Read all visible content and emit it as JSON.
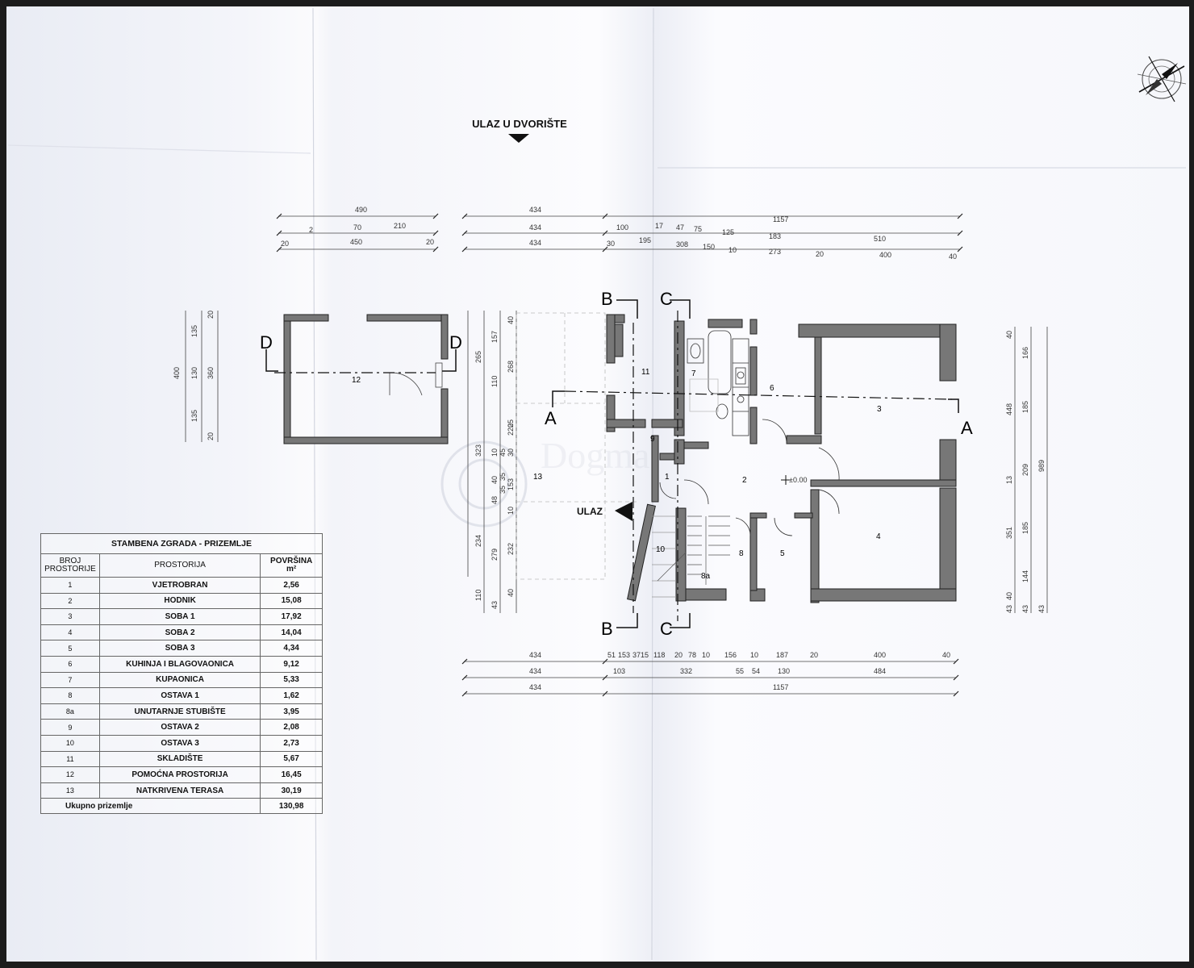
{
  "entrance_courtyard_label": "ULAZ U DVORIŠTE",
  "entrance_label": "ULAZ",
  "level_mark": "±0.00",
  "watermark_text": "Dogma",
  "section_labels": [
    "A",
    "A",
    "B",
    "B",
    "C",
    "C",
    "D",
    "D"
  ],
  "room_numbers": [
    "1",
    "2",
    "3",
    "4",
    "5",
    "6",
    "7",
    "8",
    "8a",
    "9",
    "10",
    "11",
    "12",
    "13"
  ],
  "dimensions": {
    "top_row1": [
      "490",
      "434",
      "100",
      "17",
      "47",
      "75",
      "125",
      "1157"
    ],
    "top_row2": [
      "2",
      "70",
      "210",
      "434",
      "183",
      "510"
    ],
    "top_row3": [
      "20",
      "450",
      "20",
      "434",
      "30",
      "195",
      "308",
      "150",
      "10",
      "273",
      "20",
      "400",
      "40"
    ],
    "bottom_row1": [
      "434",
      "51",
      "153",
      "37",
      "15",
      "118",
      "20",
      "78",
      "10",
      "156",
      "10",
      "187",
      "20",
      "400",
      "40"
    ],
    "bottom_row2": [
      "434",
      "103",
      "332",
      "55",
      "54",
      "130",
      "484"
    ],
    "bottom_row3": [
      "434",
      "1157"
    ],
    "left_annex": [
      "400",
      "135",
      "130",
      "135",
      "360",
      "20",
      "20"
    ],
    "left_main": [
      "265",
      "157",
      "40",
      "110",
      "268",
      "220",
      "323",
      "10",
      "45",
      "30",
      "35",
      "25",
      "48",
      "35",
      "40",
      "153",
      "10",
      "234",
      "279",
      "232",
      "110",
      "43",
      "40"
    ],
    "right": [
      "40",
      "166",
      "448",
      "185",
      "13",
      "209",
      "989",
      "351",
      "185",
      "144",
      "43",
      "40",
      "43",
      "43"
    ]
  },
  "table": {
    "title": "STAMBENA ZGRADA - PRIZEMLJE",
    "headers": {
      "number": [
        "BROJ",
        "PROSTORIJE"
      ],
      "room": "PROSTORIJA",
      "area": [
        "POVRŠINA",
        "m²"
      ]
    },
    "rows": [
      {
        "no": "1",
        "name": "VJETROBRAN",
        "area": "2,56"
      },
      {
        "no": "2",
        "name": "HODNIK",
        "area": "15,08"
      },
      {
        "no": "3",
        "name": "SOBA 1",
        "area": "17,92"
      },
      {
        "no": "4",
        "name": "SOBA 2",
        "area": "14,04"
      },
      {
        "no": "5",
        "name": "SOBA 3",
        "area": "4,34"
      },
      {
        "no": "6",
        "name": "KUHINJA I BLAGOVAONICA",
        "area": "9,12"
      },
      {
        "no": "7",
        "name": "KUPAONICA",
        "area": "5,33"
      },
      {
        "no": "8",
        "name": "OSTAVA 1",
        "area": "1,62"
      },
      {
        "no": "8a",
        "name": "UNUTARNJE STUBIŠTE",
        "area": "3,95"
      },
      {
        "no": "9",
        "name": "OSTAVA 2",
        "area": "2,08"
      },
      {
        "no": "10",
        "name": "OSTAVA 3",
        "area": "2,73"
      },
      {
        "no": "11",
        "name": "SKLADIŠTE",
        "area": "5,67"
      },
      {
        "no": "12",
        "name": "POMOĆNA PROSTORIJA",
        "area": "16,45"
      },
      {
        "no": "13",
        "name": "NATKRIVENA TERASA",
        "area": "30,19"
      }
    ],
    "total_label": "Ukupno prizemlje",
    "total_value": "130,98"
  }
}
